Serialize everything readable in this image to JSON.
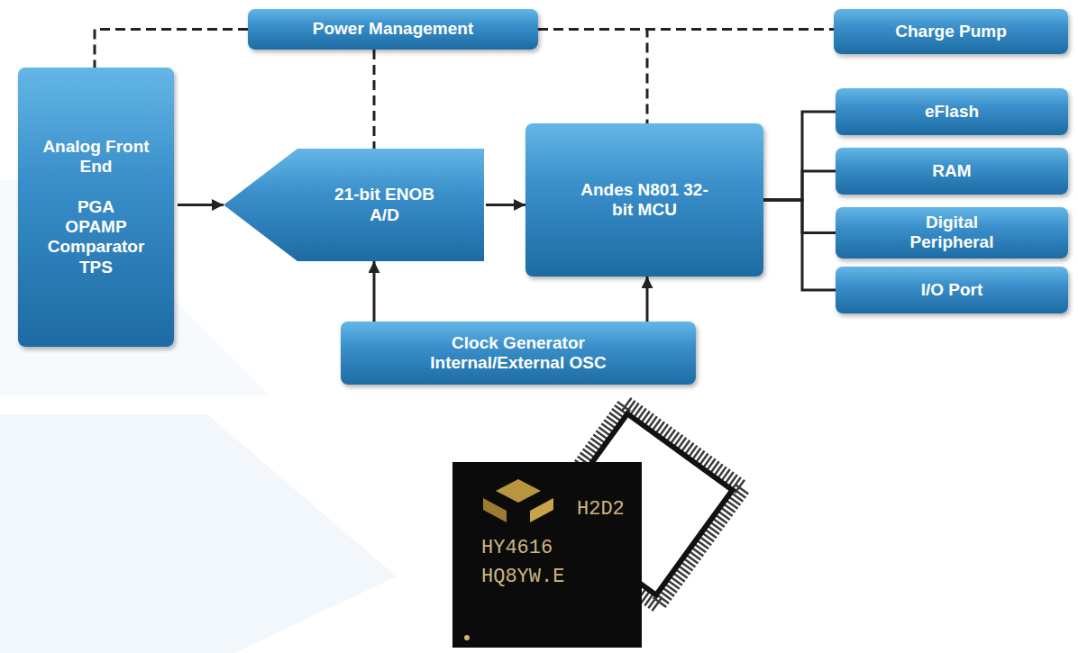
{
  "diagram": {
    "nodes": [
      {
        "text": [
          "Power Management"
        ]
      },
      {
        "text": [
          "Charge Pump"
        ]
      },
      {
        "text": [
          "Analog Front End",
          "PGA OPAMP Comparator TPS"
        ]
      },
      {
        "text": [
          "21-bit ENOB A/D"
        ]
      },
      {
        "text": [
          "Andes N801 32-bit MCU"
        ]
      },
      {
        "text": [
          "eFlash"
        ]
      },
      {
        "text": [
          "RAM"
        ]
      },
      {
        "text": [
          "Digital Peripheral"
        ]
      },
      {
        "text": [
          "I/O Port"
        ]
      },
      {
        "text": [
          "Clock Generator Internal/External OSC"
        ]
      }
    ],
    "edges": [
      {
        "from": 0,
        "to": 2,
        "arrow": "none"
      },
      {
        "from": 0,
        "to": 3,
        "arrow": "none"
      },
      {
        "from": 0,
        "to": 1,
        "arrow": "none"
      },
      {
        "from": 0,
        "to": 4,
        "arrow": "none"
      },
      {
        "from": 2,
        "to": 3,
        "arrow": "to"
      },
      {
        "from": 3,
        "to": 4,
        "arrow": "to"
      },
      {
        "from": 9,
        "to": 3,
        "arrow": "to"
      },
      {
        "from": 9,
        "to": 4,
        "arrow": "to"
      },
      {
        "from": 4,
        "to": 5,
        "arrow": "none"
      },
      {
        "from": 4,
        "to": 6,
        "arrow": "none"
      },
      {
        "from": 4,
        "to": 7,
        "arrow": "none"
      },
      {
        "from": 4,
        "to": 8,
        "arrow": "none"
      }
    ],
    "labels": [
      "H2D2",
      "HY4616",
      "HQ8YW.E"
    ]
  }
}
